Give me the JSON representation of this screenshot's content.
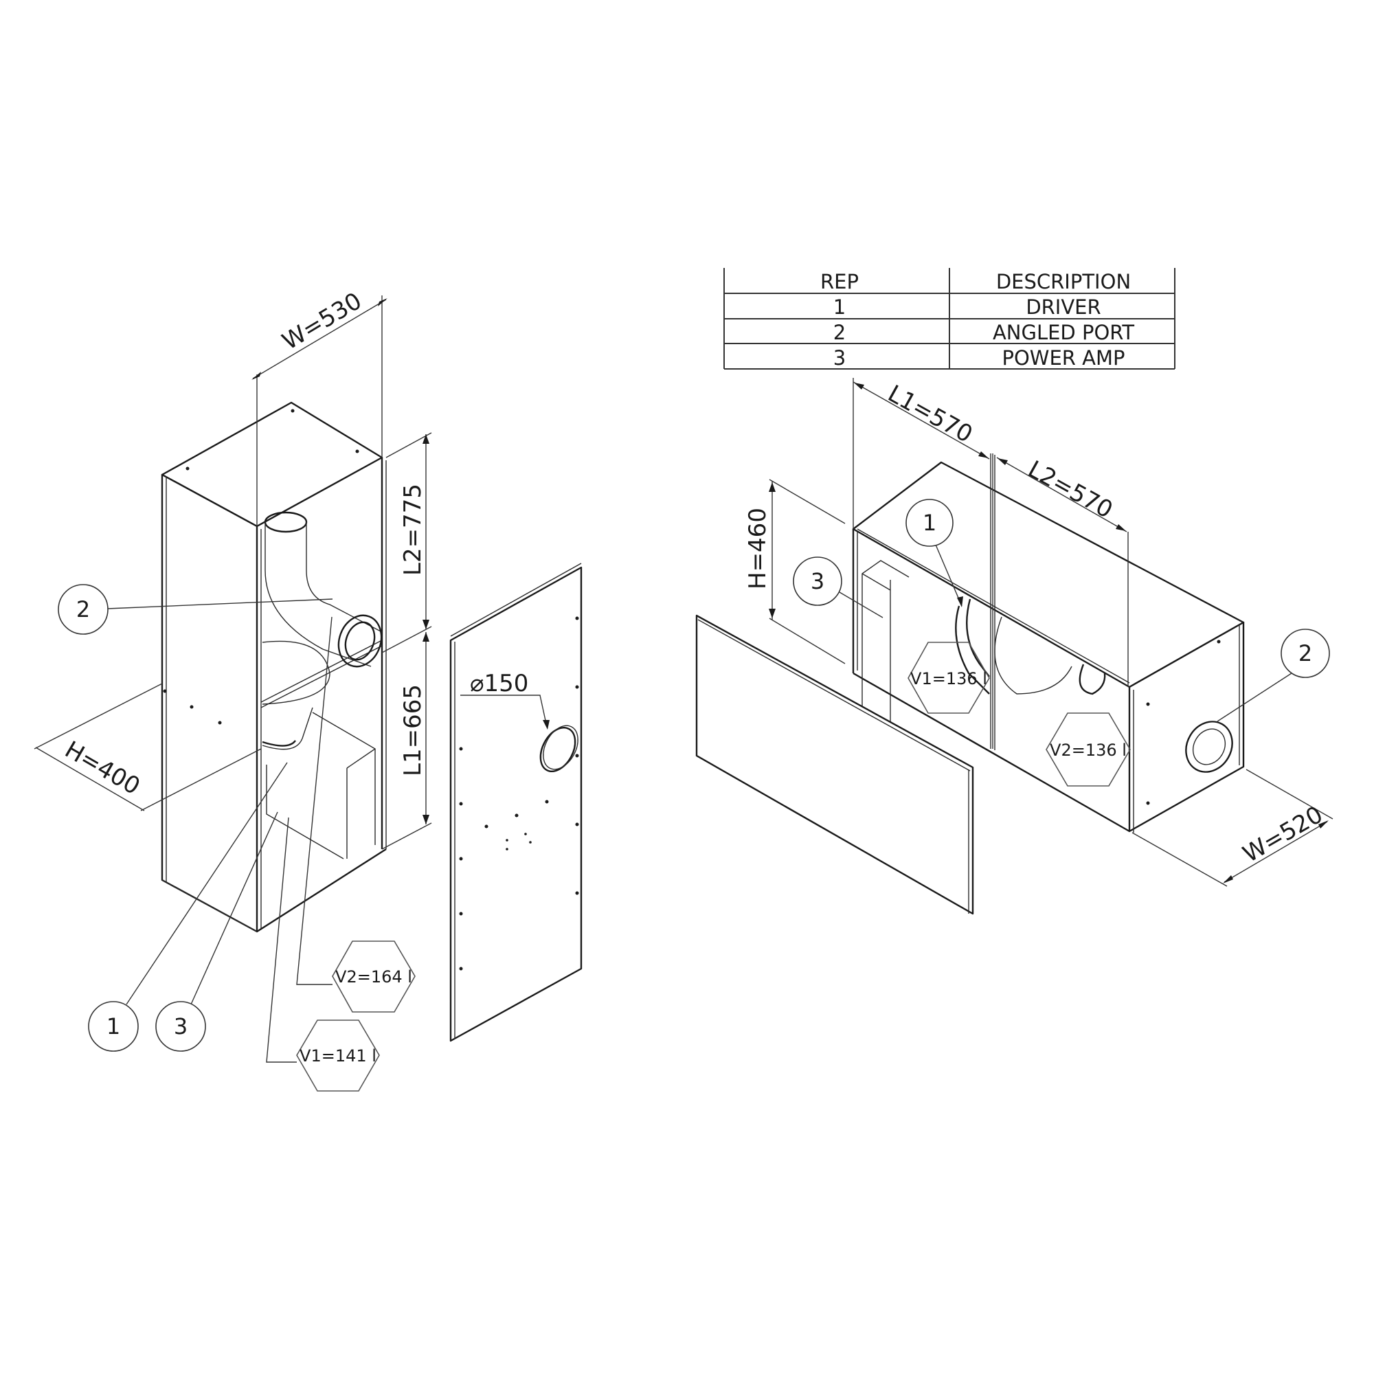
{
  "parts_table": {
    "headers": [
      "REP",
      "DESCRIPTION"
    ],
    "rows": [
      {
        "rep": "1",
        "description": "DRIVER"
      },
      {
        "rep": "2",
        "description": "ANGLED PORT"
      },
      {
        "rep": "3",
        "description": "POWER AMP"
      }
    ]
  },
  "vertical_enclosure": {
    "dimensions": {
      "width": "W=530",
      "height": "H=400",
      "l2": "L2=775",
      "l1": "L1=665"
    },
    "balloons": {
      "port": "2",
      "driver": "1",
      "amp": "3"
    },
    "volumes": {
      "v2": "V2=164 l",
      "v1": "V1=141 l"
    },
    "front_panel": {
      "hole_diameter": "⌀150"
    }
  },
  "horizontal_enclosure": {
    "dimensions": {
      "l1": "L1=570",
      "l2": "L2=570",
      "height": "H=460",
      "width": "W=520"
    },
    "balloons": {
      "driver": "1",
      "amp": "3",
      "port": "2"
    },
    "volumes": {
      "v1": "V1=136 l",
      "v2": "V2=136 l"
    }
  },
  "colors": {
    "line": "#1a1a1a",
    "background": "#ffffff"
  }
}
